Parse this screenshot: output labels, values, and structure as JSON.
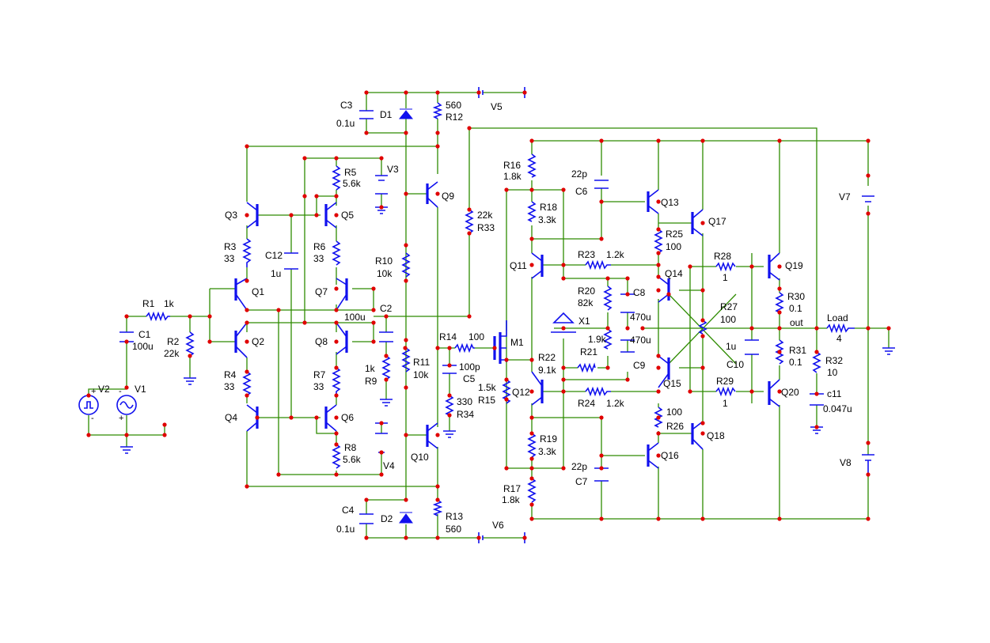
{
  "labels": {
    "c3": "C3",
    "c3v": "0.1u",
    "d1": "D1",
    "r12v": "560",
    "r12": "R12",
    "v5": "V5",
    "r16": "R16",
    "r16v": "1.8k",
    "c6v": "22p",
    "c6": "C6",
    "r5": "R5",
    "r5v": "5.6k",
    "v3": "V3",
    "q9": "Q9",
    "r33v": "22k",
    "r33": "R33",
    "q13": "Q13",
    "q17": "Q17",
    "v7": "V7",
    "q3": "Q3",
    "q5": "Q5",
    "r18": "R18",
    "r18v": "3.3k",
    "r25": "R25",
    "r25v": "100",
    "r3": "R3",
    "r3v": "33",
    "c12": "C12",
    "c12v": "1u",
    "r6": "R6",
    "r6v": "33",
    "r10": "R10",
    "r10v": "10k",
    "q11": "Q11",
    "r23": "R23",
    "r23v": "1.2k",
    "r28": "R28",
    "r28v": "1",
    "q19": "Q19",
    "q14": "Q14",
    "q1": "Q1",
    "q7": "Q7",
    "r20": "R20",
    "r20v": "82k",
    "c8": "C8",
    "r27": "R27",
    "r27v": "100",
    "r30": "R30",
    "r30v": "0.1",
    "r1": "R1",
    "r1v": "1k",
    "c2": "C2",
    "c2v": "100u",
    "x1": "X1",
    "c8v": "470u",
    "out": "out",
    "load": "Load",
    "loadv": "4",
    "c1": "C1",
    "c1v": "100u",
    "r2": "R2",
    "r2v": "22k",
    "q2": "Q2",
    "q8": "Q8",
    "r14": "R14",
    "r14v": "100",
    "m1": "M1",
    "r21v": "1.9k",
    "r21": "R21",
    "c9v": "470u",
    "c10v": "1u",
    "r31": "R31",
    "r31v": "0.1",
    "r22": "R22",
    "r22v": "9.1k",
    "c9": "C9",
    "c10": "C10",
    "r32": "R32",
    "r32v": "10",
    "r4": "R4",
    "r4v": "33",
    "r7": "R7",
    "r7v": "33",
    "r9v": "1k",
    "r9": "R9",
    "r11": "R11",
    "r11v": "10k",
    "c5v": "100p",
    "c5": "C5",
    "r15v": "1.5k",
    "r15": "R15",
    "q12": "Q12",
    "q15": "Q15",
    "r29": "R29",
    "r29v": "1",
    "q20": "Q20",
    "c11": "c11",
    "c11v": "0.047u",
    "r24": "R24",
    "r24v": "1.2k",
    "r26v": "100",
    "r26": "R26",
    "q18": "Q18",
    "v2": "V2",
    "v1": "V1",
    "r34v": "330",
    "r34": "R34",
    "q4": "Q4",
    "q6": "Q6",
    "r19": "R19",
    "r19v": "3.3k",
    "r8": "R8",
    "r8v": "5.6k",
    "v4": "V4",
    "q10": "Q10",
    "q16": "Q16",
    "v8": "V8",
    "c7v": "22p",
    "c7": "C7",
    "r17": "R17",
    "r17v": "1.8k",
    "c4": "C4",
    "c4v": "0.1u",
    "d2": "D2",
    "r13": "R13",
    "r13v": "560",
    "v6": "V6"
  }
}
